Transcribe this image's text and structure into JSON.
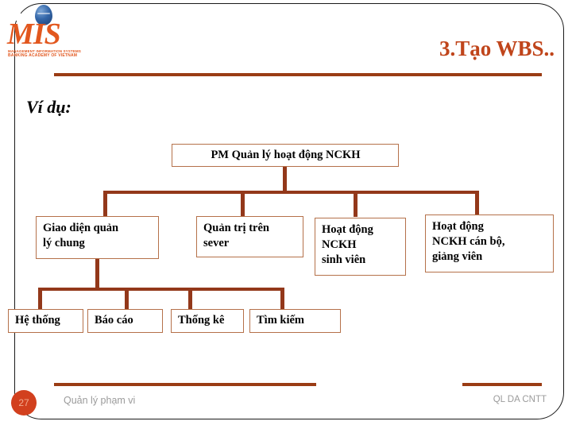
{
  "slide": {
    "title": "3.Tạo WBS..",
    "example_label": "Ví dụ:",
    "logo": {
      "wordmark": "MIS",
      "subtitle_line1": "MANAGEMENT INFORMATION SYSTEMS",
      "subtitle_line2": "BANKING ACADEMY OF VIETNAM",
      "globe_icon": "globe-icon"
    },
    "footer": {
      "page_number": "27",
      "left_text": "Quản lý phạm vi",
      "right_text": "QL DA CNTT"
    }
  },
  "colors": {
    "title": "#C0451B",
    "rule": "#9A3C14",
    "connector": "#93381A",
    "node_border": "#B5714A",
    "logo_orange": "#E2571E",
    "page_circle": "#D2401E",
    "footer_text": "#9B9B9B"
  },
  "chart_data": {
    "type": "diagram",
    "diagram_kind": "work-breakdown-structure",
    "title": "PM Quản lý hoạt động NCKH",
    "levels": 3,
    "nodes": [
      {
        "id": "root",
        "label": "PM Quản lý hoạt động NCKH",
        "level": 0,
        "parent": null
      },
      {
        "id": "n1",
        "label": "Giao diện quản lý chung",
        "level": 1,
        "parent": "root"
      },
      {
        "id": "n2",
        "label": "Quản trị trên sever",
        "level": 1,
        "parent": "root"
      },
      {
        "id": "n3",
        "label": "Hoạt động NCKH sinh viên",
        "level": 1,
        "parent": "root"
      },
      {
        "id": "n4",
        "label": "Hoạt động NCKH cán bộ, giảng viên",
        "level": 1,
        "parent": "root"
      },
      {
        "id": "n1a",
        "label": "Hệ thống",
        "level": 2,
        "parent": "n1"
      },
      {
        "id": "n1b",
        "label": "Báo cáo",
        "level": 2,
        "parent": "n1"
      },
      {
        "id": "n1c",
        "label": "Thống kê",
        "level": 2,
        "parent": "n1"
      },
      {
        "id": "n1d",
        "label": "Tìm kiếm",
        "level": 2,
        "parent": "n1"
      }
    ]
  },
  "diagram": {
    "root": {
      "text": "PM Quản lý hoạt động NCKH"
    },
    "level1": [
      {
        "text_line1": "Giao diện quản",
        "text_line2": "lý chung",
        "text_line3": ""
      },
      {
        "text_line1": "Quản trị trên",
        "text_line2": "sever",
        "text_line3": ""
      },
      {
        "text_line1": "Hoạt động",
        "text_line2": "NCKH",
        "text_line3": "sinh viên"
      },
      {
        "text_line1": "Hoạt động",
        "text_line2": "NCKH cán bộ,",
        "text_line3": "giảng viên"
      }
    ],
    "level2": [
      {
        "text": "Hệ thống"
      },
      {
        "text": "Báo cáo"
      },
      {
        "text": "Thống kê"
      },
      {
        "text": "Tìm kiếm"
      }
    ]
  }
}
